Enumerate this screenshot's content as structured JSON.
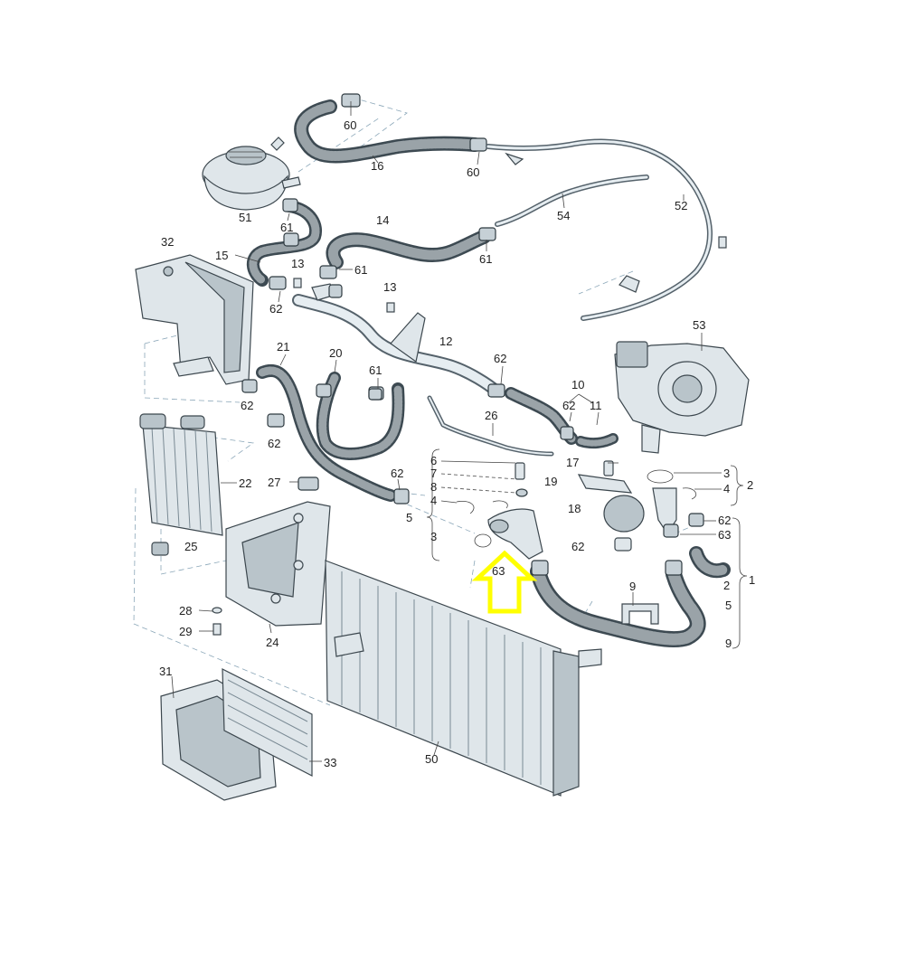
{
  "diagram": {
    "callouts": {
      "c60a": "60",
      "c16": "16",
      "c60b": "60",
      "c52": "52",
      "c51": "51",
      "c61a": "61",
      "c14": "14",
      "c54": "54",
      "c61b": "61",
      "c32": "32",
      "c15": "15",
      "c13a": "13",
      "c61c": "61",
      "c62a": "62",
      "c13b": "13",
      "c12": "12",
      "c53": "53",
      "c21": "21",
      "c20": "20",
      "c61d": "61",
      "c62b": "62",
      "c10": "10",
      "c62c": "62",
      "c62d": "62",
      "c11": "11",
      "c26": "26",
      "c62e": "62",
      "c22": "22",
      "c6": "6",
      "c7": "7",
      "c8": "8",
      "c4a": "4",
      "c5a": "5",
      "c3a": "3",
      "c19": "19",
      "c17": "17",
      "c3b": "3",
      "c4b": "4",
      "c2a": "2",
      "c27": "27",
      "c62f": "62",
      "c18": "18",
      "c62g": "62",
      "c63a": "63",
      "c62h": "62",
      "c63b": "63",
      "c25": "25",
      "c1": "1",
      "c2b": "2",
      "c5b": "5",
      "c9a": "9",
      "c9b": "9",
      "c28": "28",
      "c29": "29",
      "c24": "24",
      "c31": "31",
      "c33": "33",
      "c50": "50"
    },
    "highlight_arrow": {
      "color": "#ffff00",
      "target": "63"
    }
  }
}
